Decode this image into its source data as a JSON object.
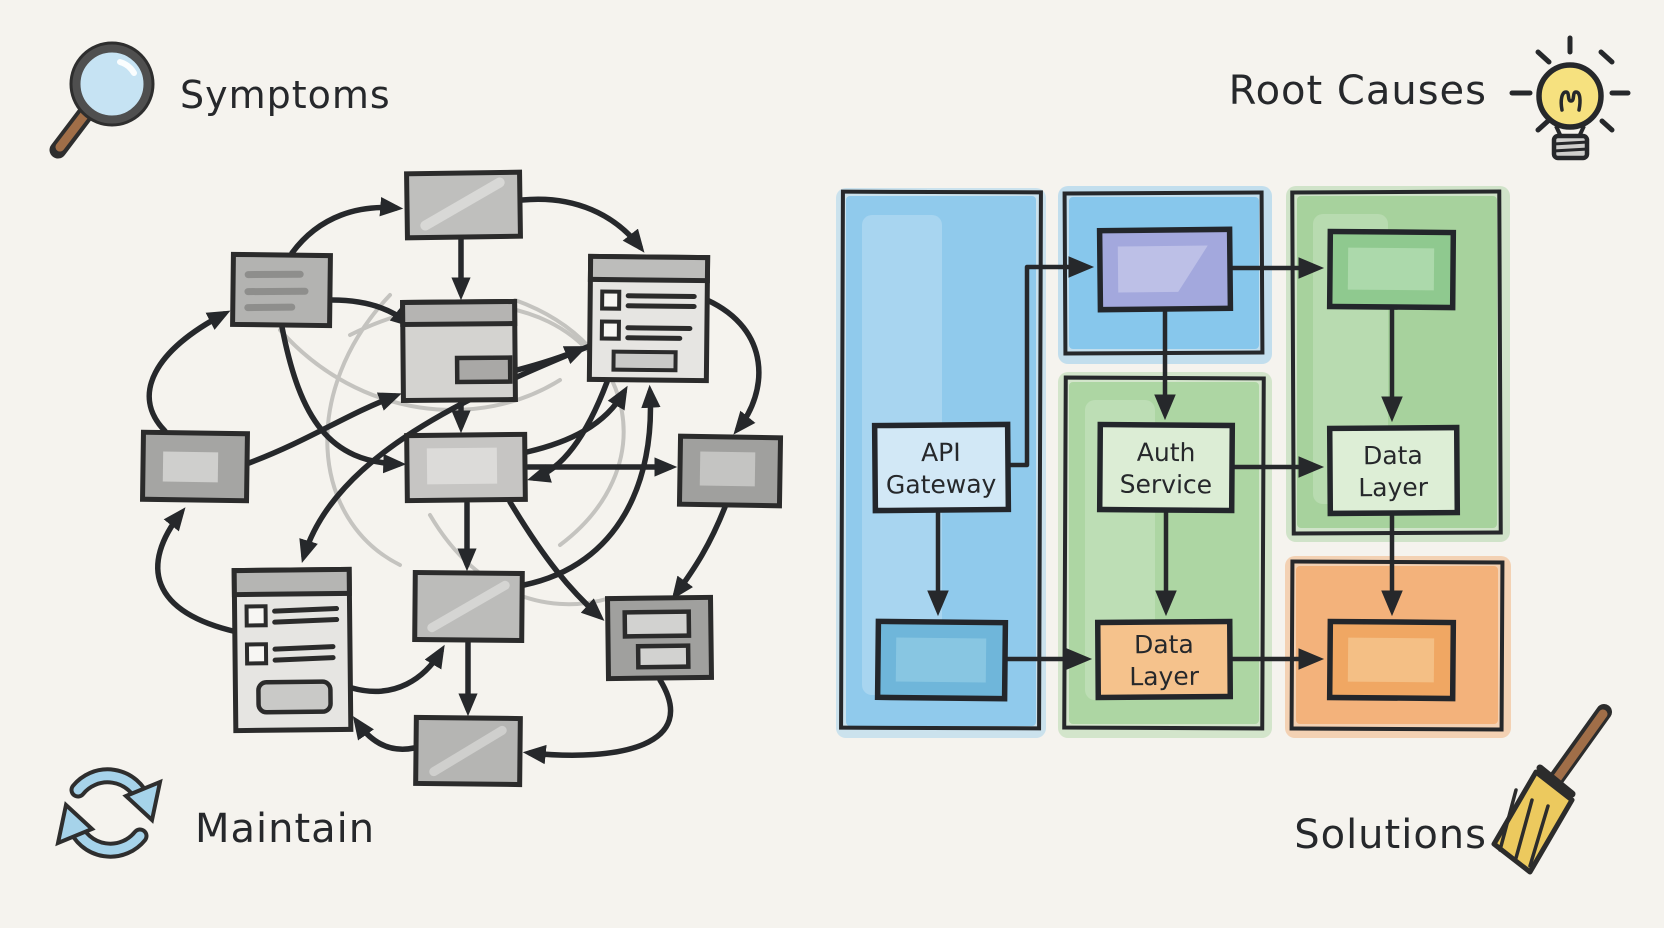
{
  "corners": {
    "top_left": {
      "label": "Symptoms",
      "icon": "magnifying-glass-icon"
    },
    "top_right": {
      "label": "Root Causes",
      "icon": "lightbulb-icon"
    },
    "bottom_left": {
      "label": "Maintain",
      "icon": "cycle-arrows-icon"
    },
    "bottom_right": {
      "label": "Solutions",
      "icon": "broom-icon"
    }
  },
  "clean_diagram": {
    "nodes": {
      "api_gateway": {
        "line1": "API",
        "line2": "Gateway"
      },
      "auth_service": {
        "line1": "Auth",
        "line2": "Service"
      },
      "data_layer_right": {
        "line1": "Data",
        "line2": "Layer"
      },
      "data_layer_middle": {
        "line1": "Data",
        "line2": "Layer"
      }
    }
  },
  "colors": {
    "background": "#f5f3ee",
    "ink": "#26282b",
    "blue_panel": "#8cc8ec",
    "blue_panel_top": "#84c5ec",
    "green_panel_mid": "#abd5a0",
    "green_panel_right": "#a4d19b",
    "orange_panel": "#f2b078",
    "purple_node": "#a3a8dd",
    "green_node": "#8fc98f",
    "api_gateway_node": "#d2e8f6",
    "auth_service_node": "#dcedd5",
    "data_layer_right_node": "#ddeed6",
    "data_layer_middle_node": "#f5c28c",
    "blue_node": "#6fb6da",
    "orange_node": "#f0a763",
    "gray_box": "#bfbfbd",
    "gray_box_dark": "#a0a09e",
    "gray_box_light": "#e6e5e2",
    "magnifier_glass": "#c6e3f3",
    "handle_brown": "#a06e48",
    "bulb_yellow": "#f6e17f",
    "cycle_blue": "#a6d3ea",
    "broom_yellow": "#ecc95e"
  }
}
